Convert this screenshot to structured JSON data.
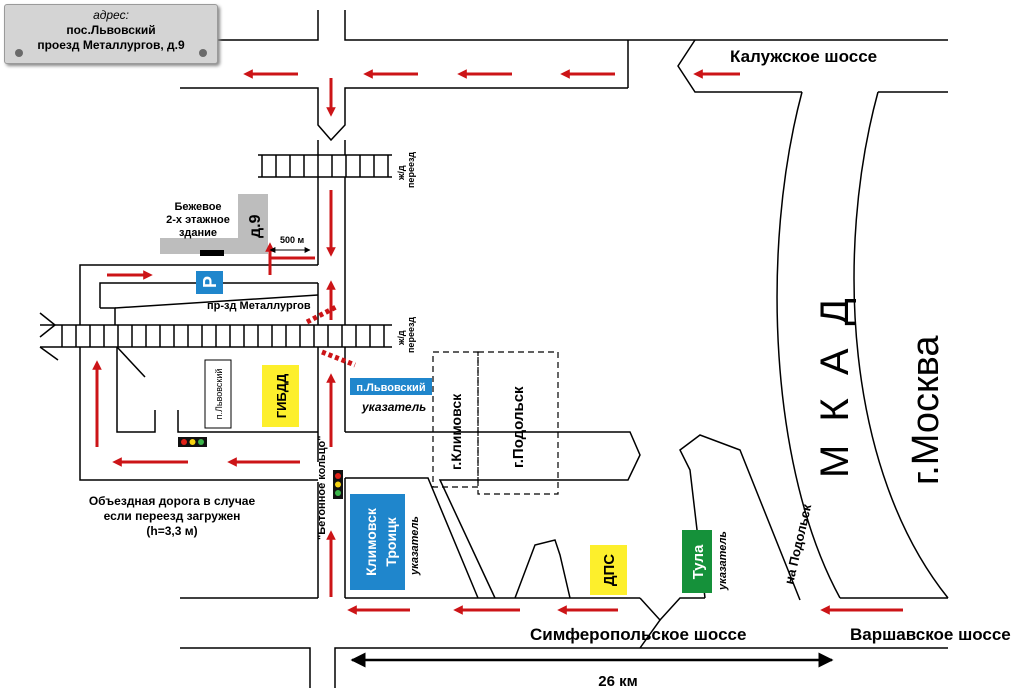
{
  "address": {
    "caption": "адрес:",
    "line1": "пос.Львовский",
    "line2": "проезд Металлургов, д.9"
  },
  "roads": {
    "kaluzhskoe": "Калужское шоссе",
    "simferopolskoe": "Симферопольское шоссе",
    "varshavskoe": "Варшавское шоссе",
    "mkad": "М К А Д",
    "moskva": "г.Москва",
    "metallurgov": "пр-зд Металлургов",
    "na_podolsk": "на Подольск",
    "betonnoe": "\"Бетонное кольцо\""
  },
  "labels": {
    "building": [
      "Бежевое",
      "2-х этажное",
      "здание"
    ],
    "house_number": "д.9",
    "distance_500": "500 м",
    "railway_crossing": [
      "ж/д",
      "переезд"
    ],
    "detour": [
      "Объездная дорога в случае",
      "если переезд загружен",
      "(h=3,3 м)"
    ],
    "distance_26": "26 км",
    "klimovsk": "г.Климовск",
    "podolsk": "г.Подольск",
    "lvovskiy_sign": "п.Львовский",
    "sign_word": "указатель"
  },
  "signs": {
    "parking": "P",
    "gibdd": "ГИБДД",
    "lvovskiy_small": "п.Львовский",
    "klimovsk_troitsk": [
      "Климовск",
      "Троицк"
    ],
    "dps": "ДПС",
    "tula": "Тула"
  },
  "colors": {
    "arrow": "#cc1417",
    "road_line": "#000000",
    "sign_blue": "#1f86cc",
    "sign_yellow": "#fdef2c",
    "sign_green": "#15913a",
    "building": "#bdbdbd"
  }
}
